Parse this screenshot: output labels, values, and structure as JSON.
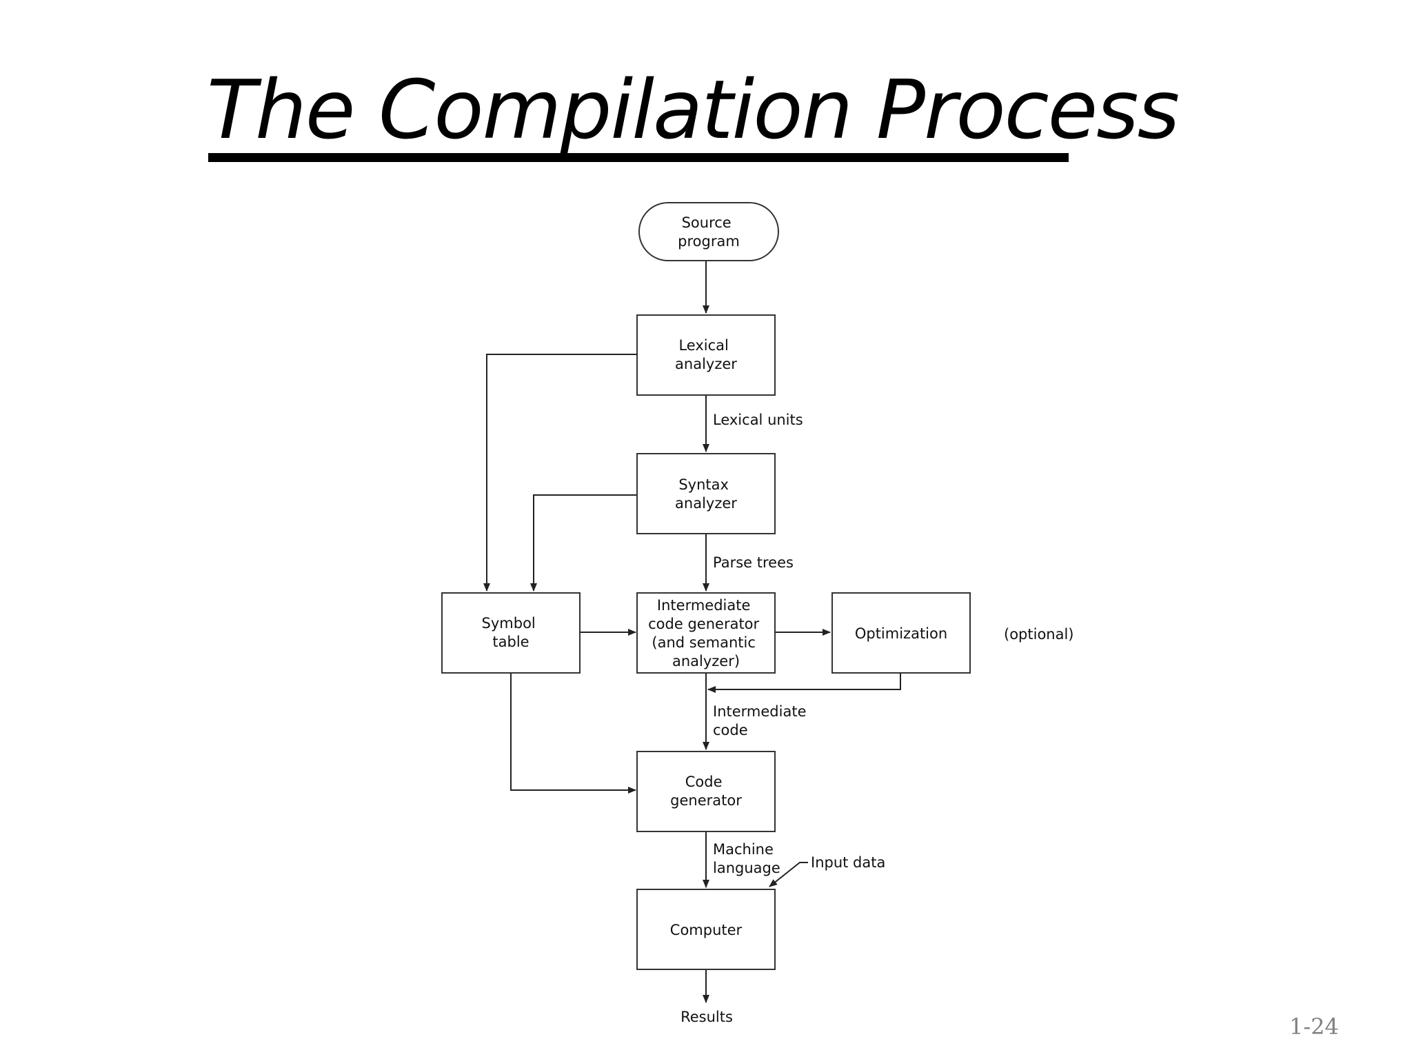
{
  "slide": {
    "title": "The Compilation Process",
    "page_number": "1-24"
  },
  "diagram": {
    "nodes": {
      "source_program": [
        "Source",
        "program"
      ],
      "lexical_analyzer": [
        "Lexical",
        "analyzer"
      ],
      "syntax_analyzer": [
        "Syntax",
        "analyzer"
      ],
      "symbol_table": [
        "Symbol",
        "table"
      ],
      "intermediate_code_generator": [
        "Intermediate",
        "code generator",
        "(and semantic",
        "analyzer)"
      ],
      "optimization": [
        "Optimization"
      ],
      "code_generator": [
        "Code",
        "generator"
      ],
      "computer": [
        "Computer"
      ]
    },
    "edge_labels": {
      "lexical_units": [
        "Lexical units"
      ],
      "parse_trees": [
        "Parse trees"
      ],
      "intermediate_code": [
        "Intermediate",
        "code"
      ],
      "machine_language": [
        "Machine",
        "language"
      ],
      "input_data": [
        "Input data"
      ],
      "results": [
        "Results"
      ],
      "optional": [
        "(optional)"
      ]
    }
  }
}
